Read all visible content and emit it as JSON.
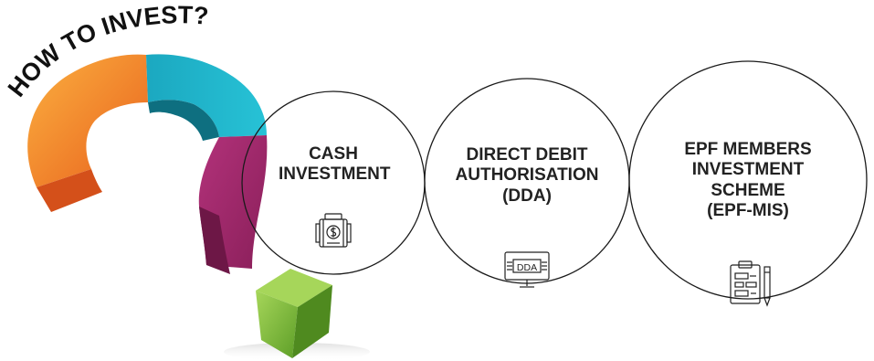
{
  "headline": "HOW TO INVEST?",
  "options": [
    {
      "lines": [
        "CASH",
        "INVESTMENT"
      ],
      "icon": "cash-briefcase-icon",
      "icon_text": ""
    },
    {
      "lines": [
        "DIRECT DEBIT",
        "AUTHORISATION",
        "(DDA)"
      ],
      "icon": "dda-monitor-icon",
      "icon_text": "DDA"
    },
    {
      "lines": [
        "EPF MEMBERS",
        "INVESTMENT",
        "SCHEME",
        "(EPF-MIS)"
      ],
      "icon": "clipboard-pen-icon",
      "icon_text": ""
    }
  ],
  "colors": {
    "text": "#222222",
    "outline": "#1a1a1a",
    "orange": "#f7941d",
    "orange_dark": "#e35d1a",
    "teal": "#1fb3c9",
    "teal_dark": "#0e6f80",
    "magenta": "#a8286e",
    "magenta_dark": "#6d1746",
    "green": "#8cc63f",
    "green_dark": "#4f8a1f"
  }
}
